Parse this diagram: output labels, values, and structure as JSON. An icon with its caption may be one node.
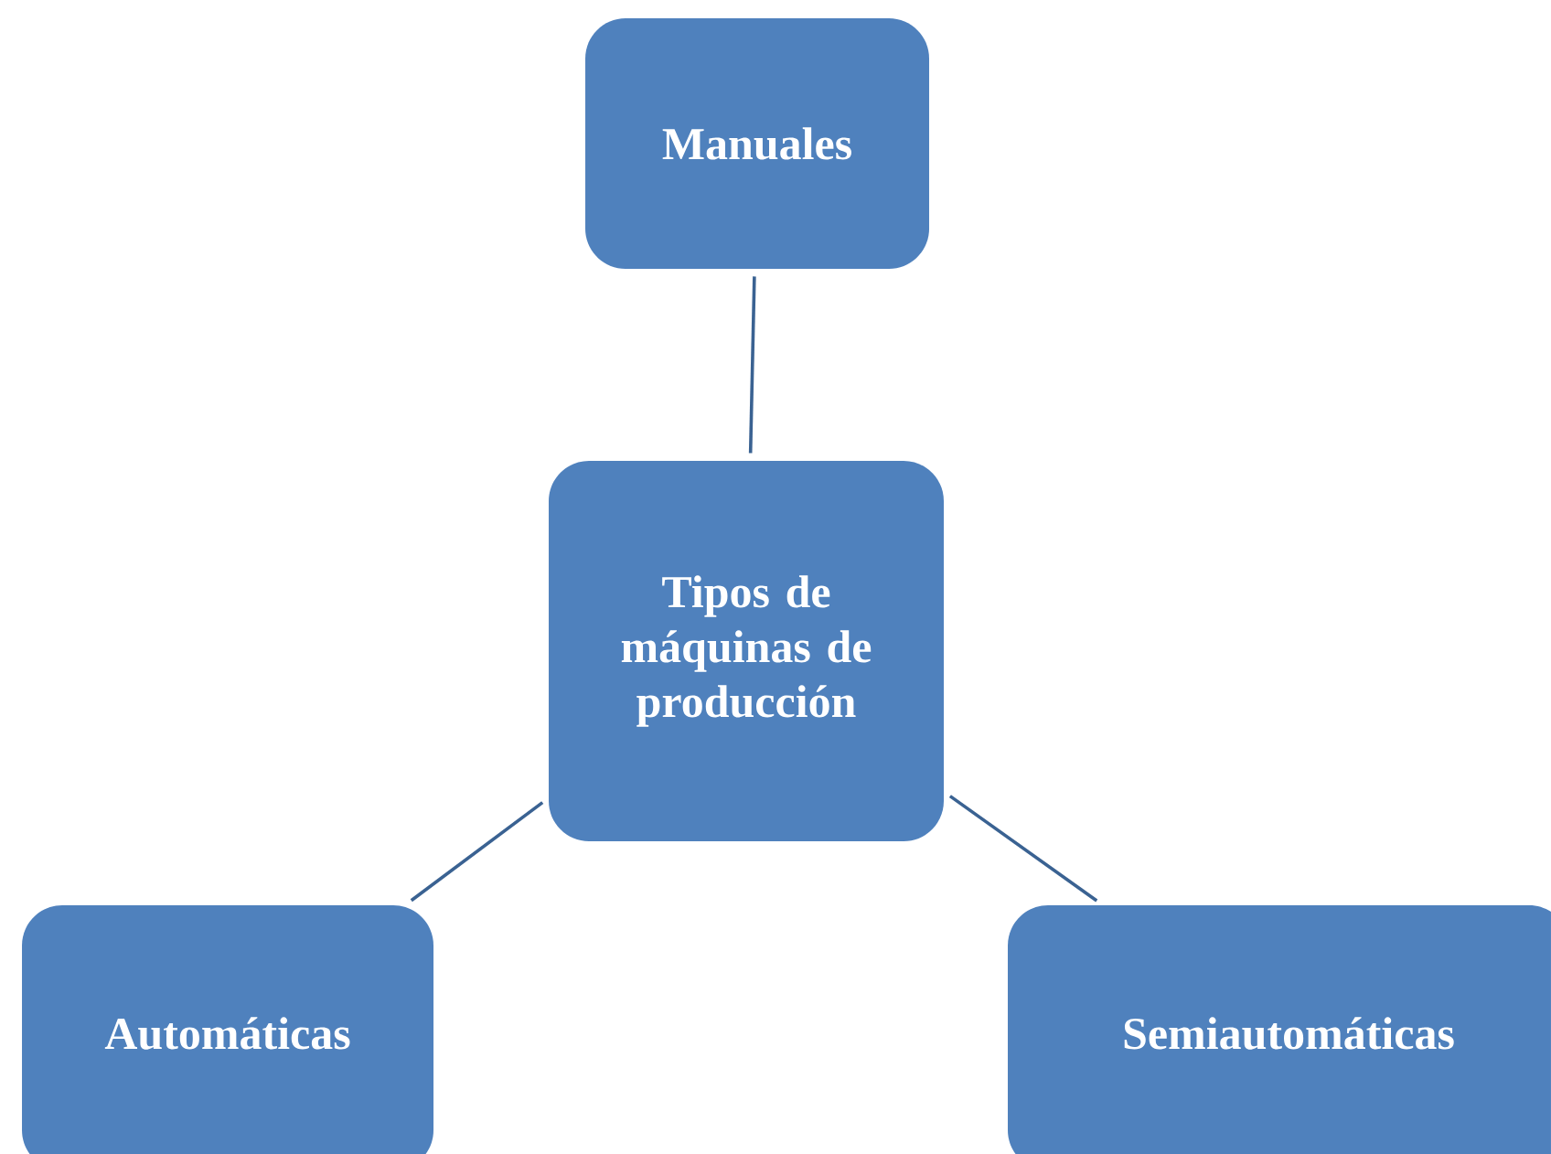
{
  "diagram": {
    "nodes": [
      {
        "text": [
          "Tipos de máquinas de producción"
        ]
      },
      {
        "text": [
          "Manuales"
        ]
      },
      {
        "text": [
          "Automáticas"
        ]
      },
      {
        "text": [
          "Semiautomáticas"
        ]
      }
    ],
    "edges": [
      {
        "from": 0,
        "to": 1,
        "arrow": "none"
      },
      {
        "from": 0,
        "to": 2,
        "arrow": "none"
      },
      {
        "from": 0,
        "to": 3,
        "arrow": "none"
      }
    ]
  }
}
